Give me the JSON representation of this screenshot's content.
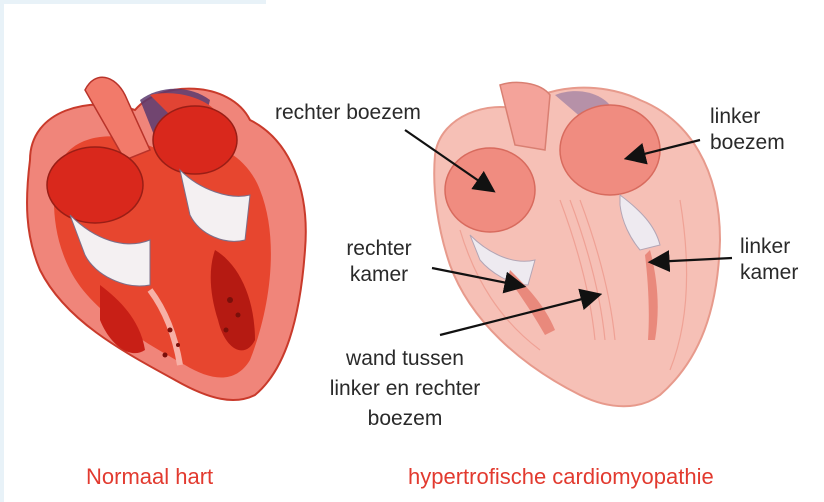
{
  "labels": {
    "right_atrium": "rechter boezem",
    "left_atrium_line1": "linker",
    "left_atrium_line2": "boezem",
    "right_ventricle_line1": "rechter",
    "right_ventricle_line2": "kamer",
    "left_ventricle_line1": "linker",
    "left_ventricle_line2": "kamer",
    "septum_line1": "wand tussen",
    "septum_line2": "linker en rechter",
    "septum_line3": "boezem"
  },
  "captions": {
    "normal": "Normaal hart",
    "hcm": "hypertrofische cardiomyopathie"
  },
  "colors": {
    "caption": "#e23a2f",
    "label": "#2a2a2a",
    "muscle_normal": "#e7462f",
    "muscle_hcm": "#f3a79a",
    "arrow": "#111111"
  }
}
